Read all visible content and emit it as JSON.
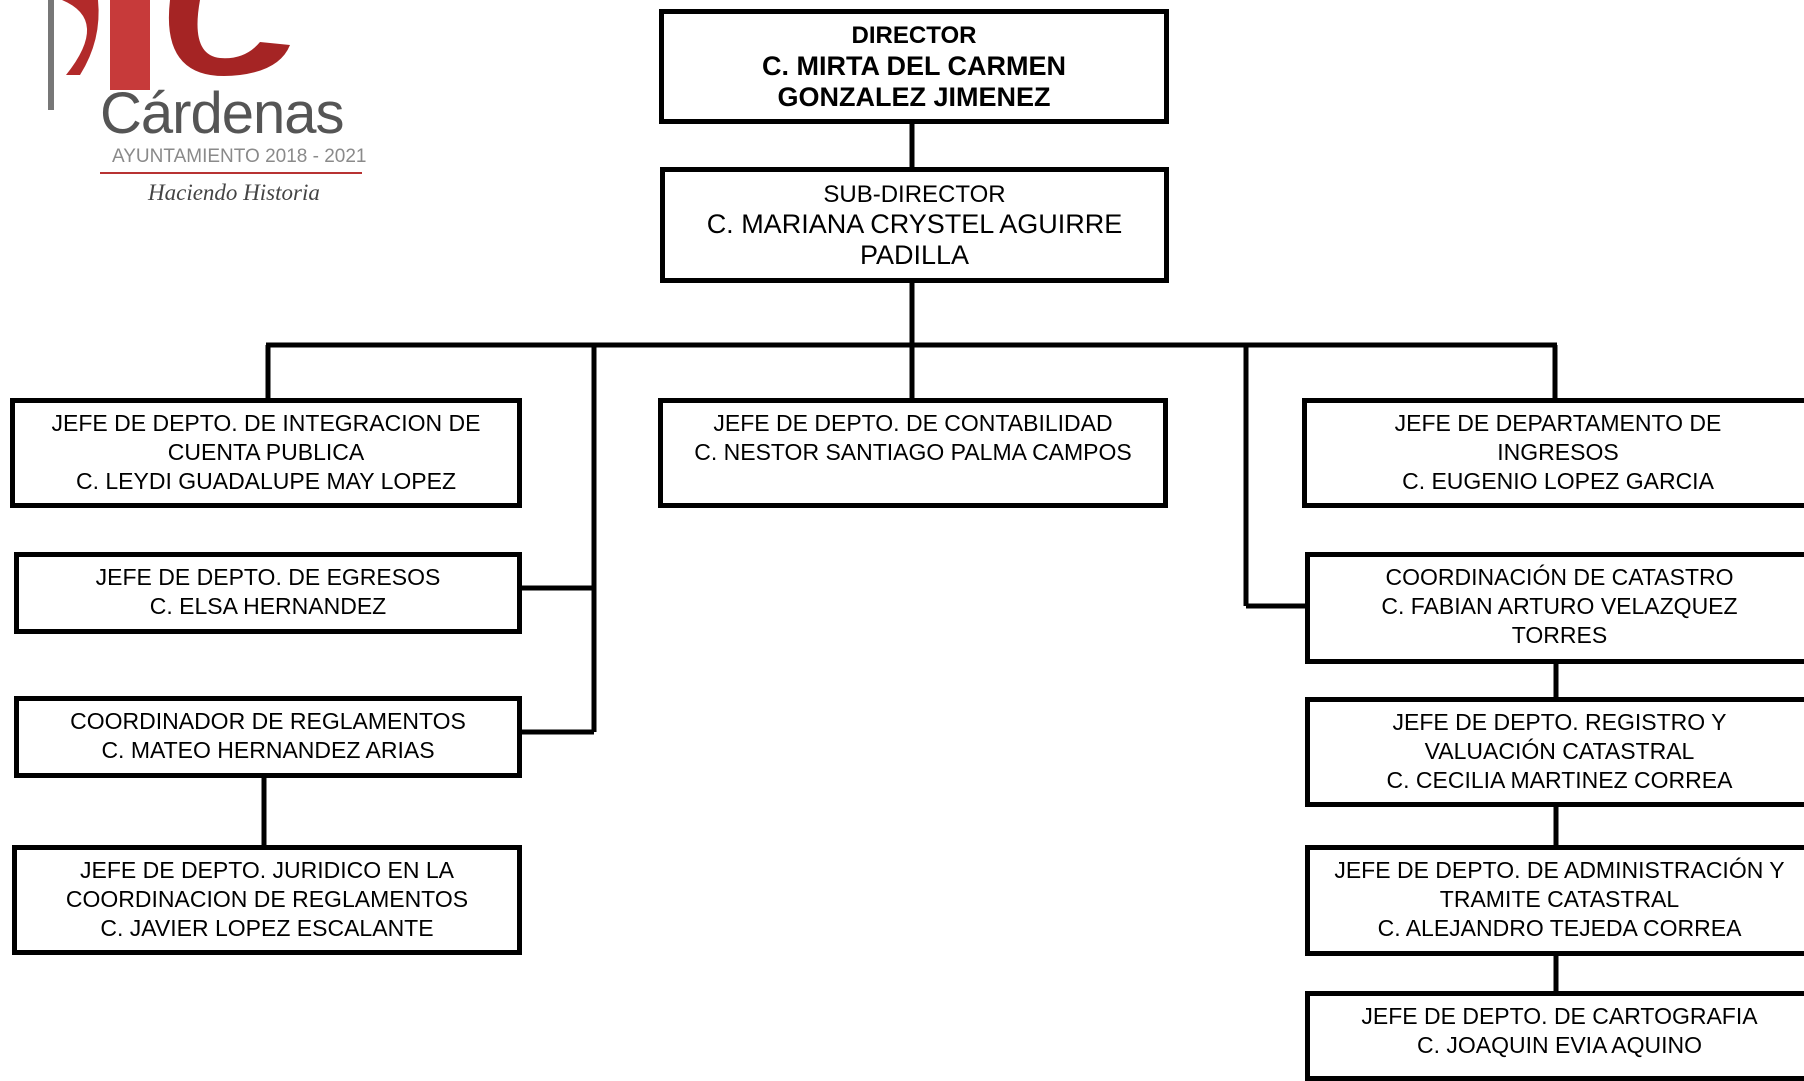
{
  "logo": {
    "name": "Cárdenas",
    "administration": "AYUNTAMIENTO 2018 - 2021",
    "slogan": "Haciendo Historia",
    "colors": {
      "red": "#b22a2a",
      "gray": "#555555"
    }
  },
  "director": {
    "title": "DIRECTOR",
    "name": "C. MIRTA DEL CARMEN GONZALEZ JIMENEZ"
  },
  "subdirector": {
    "title": "SUB-DIRECTOR",
    "name": "C. MARIANA CRYSTEL AGUIRRE PADILLA"
  },
  "left_branch": {
    "integracion": {
      "title": "JEFE DE DEPTO. DE INTEGRACION DE CUENTA PUBLICA",
      "name": "C. LEYDI GUADALUPE MAY LOPEZ"
    },
    "egresos": {
      "title": "JEFE DE DEPTO. DE EGRESOS",
      "name": "C. ELSA HERNANDEZ"
    },
    "reglamentos": {
      "title": "COORDINADOR DE REGLAMENTOS",
      "name": "C. MATEO HERNANDEZ ARIAS"
    },
    "juridico": {
      "title": "JEFE DE DEPTO. JURIDICO EN LA COORDINACION DE REGLAMENTOS",
      "name": "C. JAVIER LOPEZ ESCALANTE"
    }
  },
  "center_branch": {
    "contabilidad": {
      "title": "JEFE DE DEPTO. DE CONTABILIDAD",
      "name": "C. NESTOR SANTIAGO PALMA CAMPOS"
    }
  },
  "right_branch": {
    "ingresos": {
      "title": "JEFE DE DEPARTAMENTO DE INGRESOS",
      "name": "C. EUGENIO LOPEZ GARCIA"
    },
    "catastro": {
      "title": "COORDINACIÓN DE CATASTRO",
      "name": "C. FABIAN ARTURO VELAZQUEZ TORRES"
    },
    "registro": {
      "title": "JEFE DE DEPTO. REGISTRO Y VALUACIÓN CATASTRAL",
      "name": "C. CECILIA MARTINEZ CORREA"
    },
    "tramite": {
      "title": "JEFE DE DEPTO. DE ADMINISTRACIÓN Y TRAMITE CATASTRAL",
      "name": "C. ALEJANDRO TEJEDA CORREA"
    },
    "cartografia": {
      "title": "JEFE DE DEPTO. DE CARTOGRAFIA",
      "name": "C. JOAQUIN EVIA AQUINO"
    }
  }
}
